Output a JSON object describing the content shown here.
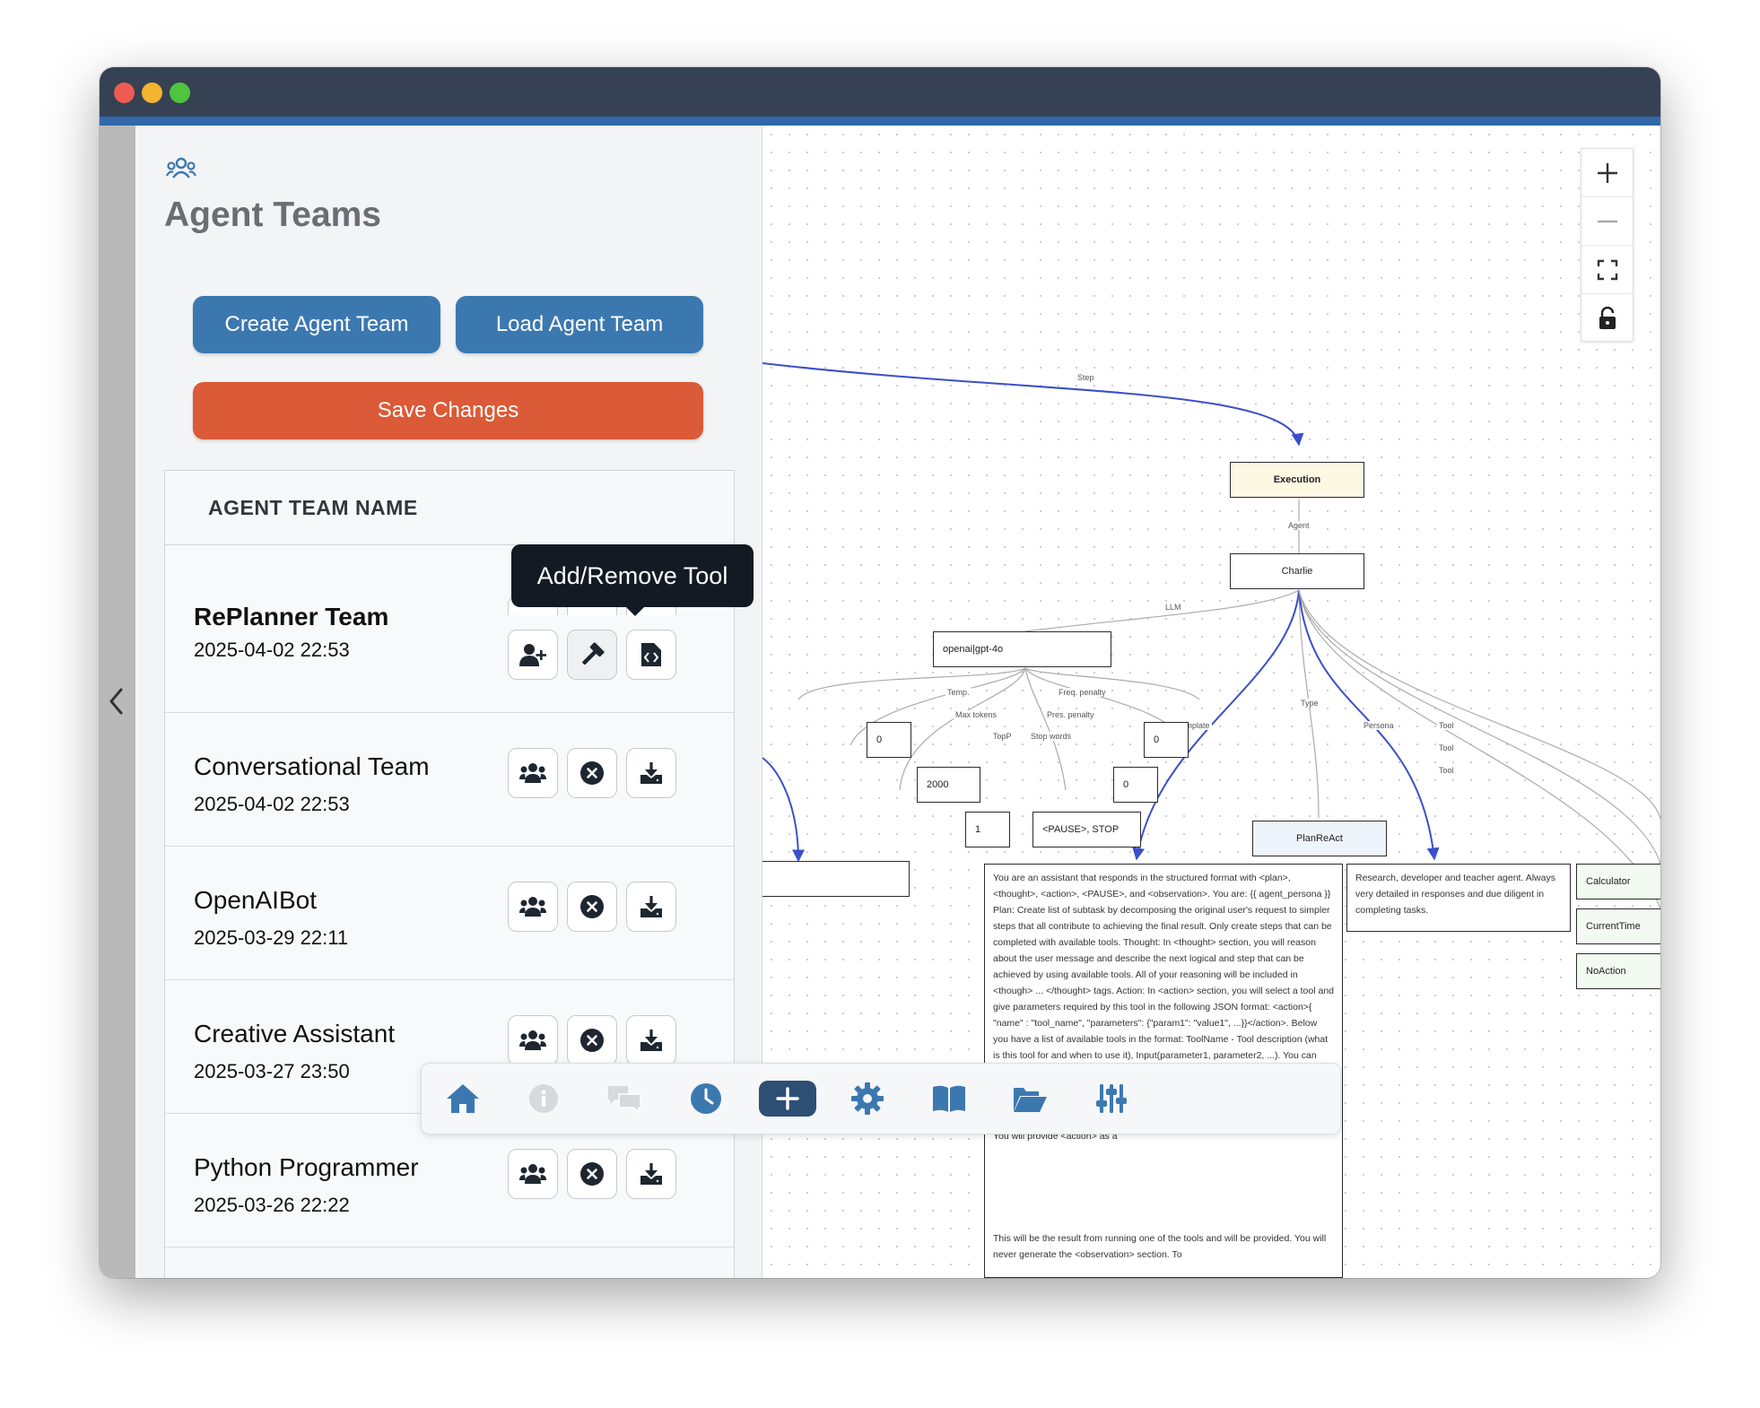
{
  "colors": {
    "primary": "#3c78b0",
    "danger": "#db5a37",
    "edge_active": "#3b4fc9",
    "titlebar": "#364154",
    "execution_node": "#fdf8e4"
  },
  "sidebar": {
    "icon": "users-icon",
    "title": "Agent Teams",
    "create_button": "Create Agent Team",
    "load_button": "Load Agent Team",
    "save_button": "Save Changes",
    "table_header": "AGENT TEAM NAME",
    "tooltip": "Add/Remove Tool",
    "rows": [
      {
        "name": "RePlanner Team",
        "date": "2025-04-02 22:53"
      },
      {
        "name": "Conversational Team",
        "date": "2025-04-02 22:53"
      },
      {
        "name": "OpenAIBot",
        "date": "2025-03-29 22:11"
      },
      {
        "name": "Creative Assistant",
        "date": "2025-03-27 23:50"
      },
      {
        "name": "Python Programmer",
        "date": "2025-03-26 22:22"
      }
    ]
  },
  "graph": {
    "edge_labels": {
      "step": "Step",
      "agent": "Agent",
      "llm": "LLM",
      "temp": "Temp.",
      "max_tokens": "Max tokens",
      "topp": "TopP",
      "stop_words": "Stop words",
      "pres_penalty": "Pres. penalty",
      "freq_penalty": "Freq. penalty",
      "template": "Template",
      "type": "Type",
      "persona": "Persona",
      "tool1": "Tool",
      "tool2": "Tool",
      "tool3": "Tool"
    },
    "nodes": {
      "execution": "Execution",
      "agent": "Charlie",
      "llm": "openai|gpt-4o",
      "temp": "0",
      "max_tokens": "2000",
      "topp": "1",
      "stop_words": "<PAUSE>, STOP",
      "pres_penalty": "0",
      "freq_penalty": "0",
      "type": "PlanReAct",
      "persona": "Research, developer and teacher agent. Always very detailed in responses and due diligent in completing tasks.",
      "tool_calculator": "Calculator",
      "tool_currenttime": "CurrentTime",
      "tool_noaction": "NoAction",
      "template_top": "You are an assistant that responds in the structured format with <plan>, <thought>, <action>, <PAUSE>, and <observation>. You are: {{ agent_persona }} Plan: Create list of subtask by decomposing the original user's request to simpler steps that all contribute to achieving the final result. Only create steps that can be completed with available tools. Thought: In <thought> section, you will reason about the user message and describe the next logical and step that can be achieved by using available tools. All of your reasoning will be included in <though> ... </thought> tags. Action: In <action> section, you will select a tool and give parameters required by this tool in the following JSON format: <action>{ \"name\" : \"tool_name\", \"parameters\": {\"param1\": \"value1\", ...}}</action>. Below you have a list of available tools in the format: ToolName - Tool description (what is this tool for and when to use it), Input(parameter1, parameter2, ...). You can only use a tool from the list below. {% if toolbox_description %} Available tools: {% for key, value in toolbox_description.items() %} {{ key }} - {{ value }} {% endfor %} You can only select one of the following tools, no other tools are allowed: {% for key, value in toolbox_description.items() %} - {{ key }} {% endfor %} {% endif %} You will provide <action> as a",
      "template_bottom": "This will be the result from running one of the tools and will be provided. You will never generate the <observation> section. To"
    }
  },
  "zoom_controls": [
    {
      "icon": "zoom-in-icon"
    },
    {
      "icon": "zoom-out-icon"
    },
    {
      "icon": "fit-view-icon"
    },
    {
      "icon": "lock-icon"
    }
  ],
  "dock": [
    {
      "icon": "home-icon",
      "active": true
    },
    {
      "icon": "info-icon",
      "active": false
    },
    {
      "icon": "chat-icon",
      "active": false
    },
    {
      "icon": "clock-icon",
      "active": true
    },
    {
      "icon": "plus-icon",
      "active": true
    },
    {
      "icon": "gear-icon",
      "active": true
    },
    {
      "icon": "book-icon",
      "active": true
    },
    {
      "icon": "folder-open-icon",
      "active": true
    },
    {
      "icon": "sliders-icon",
      "active": true
    }
  ]
}
